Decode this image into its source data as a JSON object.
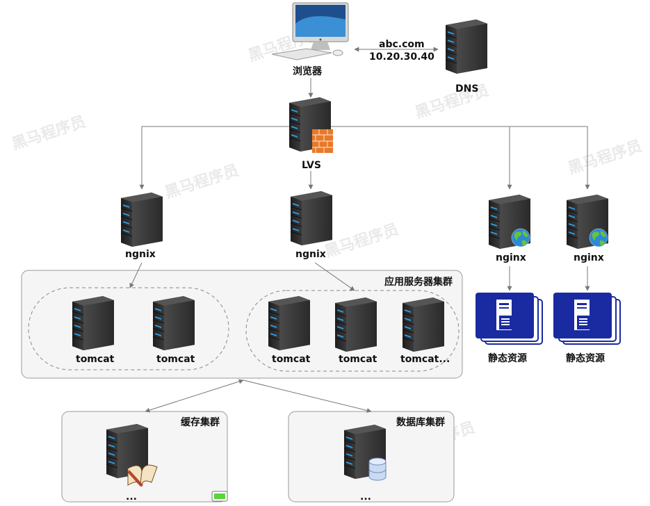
{
  "browser": {
    "label": "浏览器",
    "icon": "desktop-computer-icon"
  },
  "dns": {
    "label": "DNS",
    "domain": "abc.com",
    "ip": "10.20.30.40"
  },
  "lvs": {
    "label": "LVS",
    "icon": "firewall-icon"
  },
  "nginx_labels": [
    "ngnix",
    "ngnix",
    "nginx",
    "nginx"
  ],
  "app_cluster": {
    "title": "应用服务器集群",
    "tomcats": [
      "tomcat",
      "tomcat",
      "tomcat",
      "tomcat",
      "tomcat..."
    ]
  },
  "static_labels": [
    "静态资源",
    "静态资源"
  ],
  "cache_cluster": {
    "title": "缓存集群",
    "ellipsis": "..."
  },
  "db_cluster": {
    "title": "数据库集群",
    "ellipsis": "..."
  },
  "watermark": {
    "brand": "黑马程序员"
  },
  "colors": {
    "server_dark": "#2b2b2b",
    "server_led": "#2f9be0",
    "static_blue": "#1a2aa0",
    "firewall": "#e8782a"
  }
}
